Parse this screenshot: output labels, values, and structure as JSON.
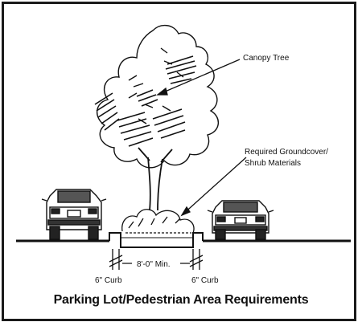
{
  "labels": {
    "canopy_tree": "Canopy Tree",
    "groundcover_line1": "Required Groundcover/",
    "groundcover_line2": "Shrub Materials",
    "curb_left": "6\" Curb",
    "curb_right": "6\" Curb",
    "min_width": "8'-0\" Min."
  },
  "caption": "Parking Lot/Pedestrian Area Requirements",
  "colors": {
    "ink": "#111111",
    "frame": "#1a1a1a",
    "background": "#ffffff"
  }
}
